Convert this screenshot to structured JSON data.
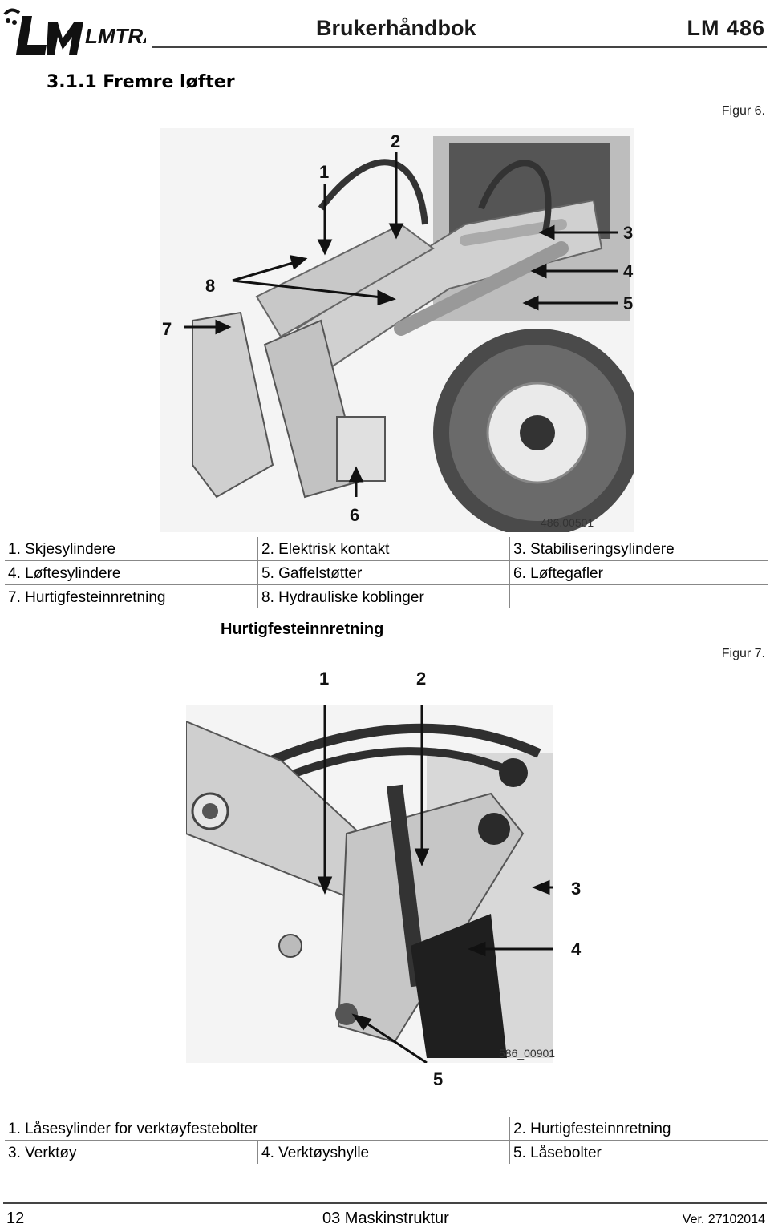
{
  "header": {
    "brand": "LMTRAC",
    "title": "Brukerhåndbok",
    "model": "LM 486"
  },
  "section": {
    "heading": "3.1.1   Fremre løfter"
  },
  "figure6": {
    "label": "Figur 6.",
    "photo_id": "486.00501",
    "callouts": [
      "1",
      "2",
      "3",
      "4",
      "5",
      "6",
      "7",
      "8"
    ],
    "legend": [
      [
        "1. Skjesylindere",
        "2. Elektrisk kontakt",
        "3. Stabiliseringsylindere"
      ],
      [
        "4. Løftesylindere",
        "5. Gaffelstøtter",
        "6. Løftegafler"
      ],
      [
        "7. Hurtigfesteinnretning",
        "8. Hydrauliske koblinger",
        ""
      ]
    ]
  },
  "subsection": {
    "heading": "Hurtigfesteinnretning"
  },
  "figure7": {
    "label": "Figur 7.",
    "photo_id": "586_00901",
    "callouts": [
      "1",
      "2",
      "3",
      "4",
      "5"
    ],
    "legend": [
      [
        "1. Låsesylinder for verktøyfestebolter",
        "",
        "2. Hurtigfesteinnretning"
      ],
      [
        "3. Verktøy",
        "4. Verktøyshylle",
        "5. Låsebolter"
      ]
    ]
  },
  "footer": {
    "page_number": "12",
    "chapter": "03 Maskinstruktur",
    "version": "Ver. 27102014"
  }
}
